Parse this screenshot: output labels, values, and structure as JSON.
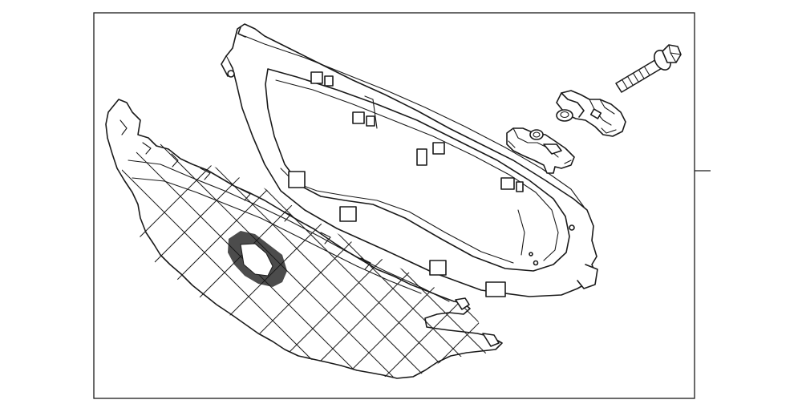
{
  "diagram": {
    "parts": [
      {
        "name": "grille-mesh",
        "icon": "grille-icon"
      },
      {
        "name": "grille-support-frame",
        "icon": "frame-icon"
      },
      {
        "name": "mounting-bolt",
        "icon": "bolt-icon"
      },
      {
        "name": "retainer-clip",
        "icon": "clip-icon"
      },
      {
        "name": "mounting-bracket",
        "icon": "bracket-icon"
      }
    ],
    "colors": {
      "line": "#1a1a1a",
      "background": "#ffffff"
    }
  }
}
